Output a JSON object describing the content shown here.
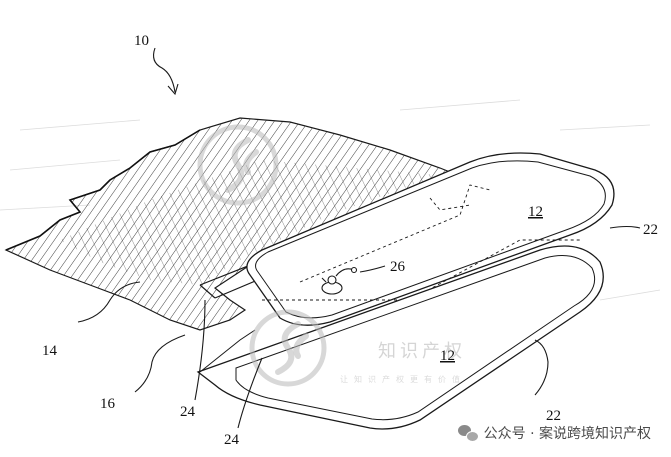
{
  "labels": {
    "ref_10": "10",
    "ref_12_top": "12",
    "ref_12_bottom": "12",
    "ref_14": "14",
    "ref_16": "16",
    "ref_22_top": "22",
    "ref_22_bottom": "22",
    "ref_24_upper": "24",
    "ref_24_lower": "24",
    "ref_26": "26"
  },
  "watermark": {
    "caption_chinese": "知识产权",
    "subcaption": "让知识产权更有价值"
  },
  "footer": {
    "source_text": "公众号 · 案说跨境知识产权",
    "icon": "wechat-icon"
  }
}
